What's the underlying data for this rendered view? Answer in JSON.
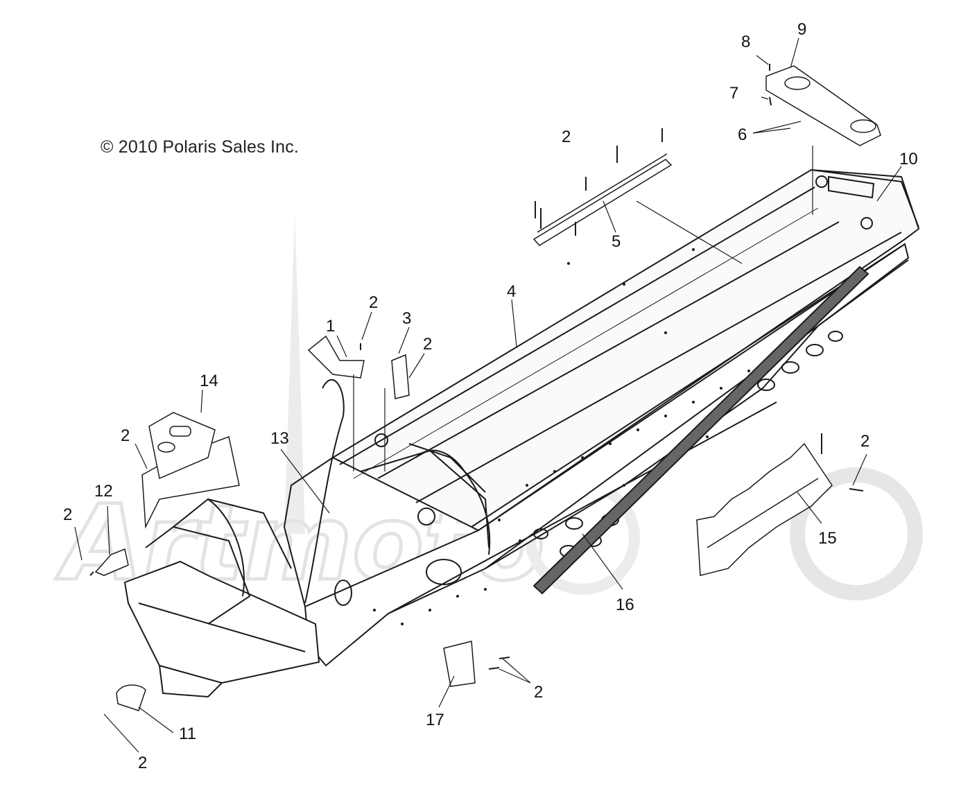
{
  "copyright": "© 2010 Polaris Sales Inc.",
  "watermark": "Artmoto",
  "callouts": {
    "c1": "1",
    "c2a": "2",
    "c2b": "2",
    "c2c": "2",
    "c2d": "2",
    "c2e": "2",
    "c2f": "2",
    "c2g": "2",
    "c2h": "2",
    "c3": "3",
    "c4": "4",
    "c5": "5",
    "c6": "6",
    "c7": "7",
    "c8": "8",
    "c9": "9",
    "c10": "10",
    "c11": "11",
    "c12": "12",
    "c13": "13",
    "c14": "14",
    "c15": "15",
    "c16": "16",
    "c17": "17"
  },
  "colors": {
    "line": "#1a1a1a",
    "watermark": "#e3e3e3"
  }
}
